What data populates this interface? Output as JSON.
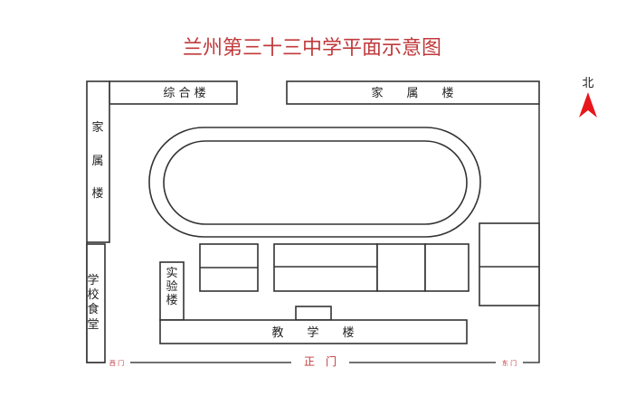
{
  "title": "兰州第三十三中学平面示意图",
  "north": "北",
  "buildings": {
    "zonghe": "综 合 楼",
    "jiashu_top": "家　　属　　楼",
    "jiashu_left": [
      "家",
      "属",
      "楼"
    ],
    "canteen": [
      "学",
      "校",
      "食",
      "堂"
    ],
    "lab": [
      "实",
      "验",
      "楼"
    ],
    "teaching": "教　　学　　楼"
  },
  "gates": {
    "west": "西 门",
    "main": "正　门",
    "east": "东 门"
  },
  "colors": {
    "title": "#c0393b",
    "arrow": "#e8161b"
  }
}
